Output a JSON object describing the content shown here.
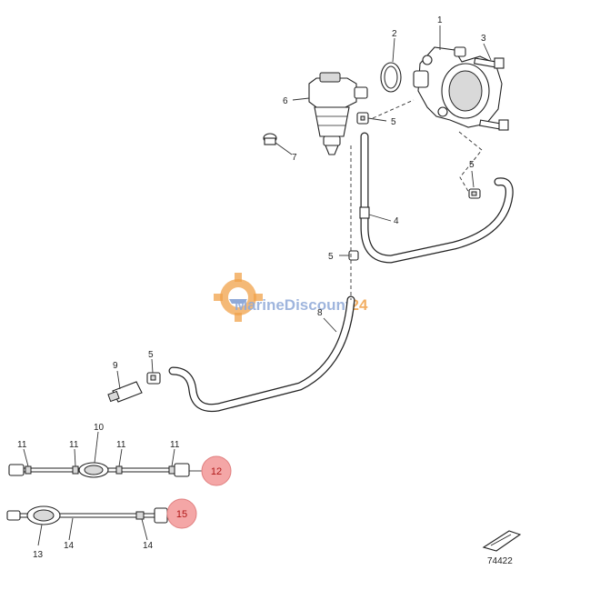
{
  "diagram": {
    "callouts": {
      "c1": "1",
      "c2": "2",
      "c3": "3",
      "c4": "4",
      "c5a": "5",
      "c5b": "5",
      "c5c": "5",
      "c5d": "5",
      "c6": "6",
      "c7": "7",
      "c8": "8",
      "c9": "9",
      "c10": "10",
      "c11a": "11",
      "c11b": "11",
      "c11c": "11",
      "c11d": "11",
      "c12": "12",
      "c13": "13",
      "c14a": "14",
      "c14b": "14",
      "c15": "15"
    },
    "highlighted_callouts": [
      "12",
      "15"
    ],
    "highlight_color": "#f4a6a6",
    "drawing_number": "74422",
    "watermark": {
      "text_main": "MarineDiscount",
      "text_number": "24",
      "color_text": "#8fa9d8",
      "color_logo": "#f0a24a"
    }
  }
}
